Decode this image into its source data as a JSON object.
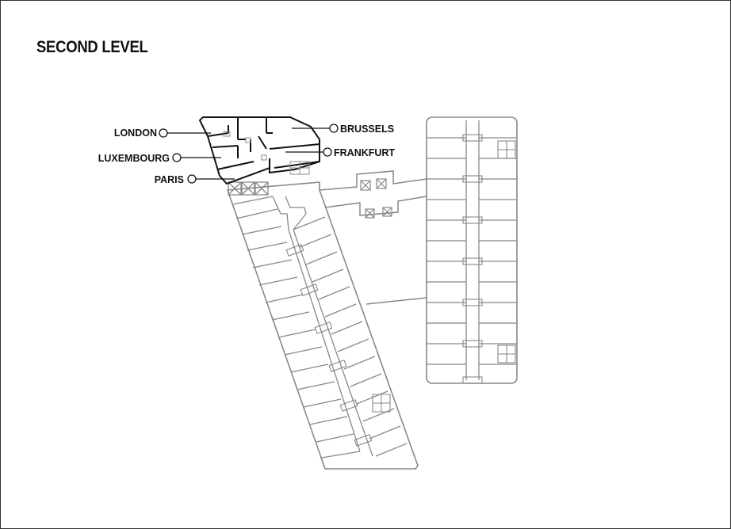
{
  "title": "SECOND LEVEL",
  "rooms": {
    "london": "LONDON",
    "luxembourg": "LUXEMBOURG",
    "paris": "PARIS",
    "brussels": "BRUSSELS",
    "frankfurt": "FRANKFURT"
  },
  "colors": {
    "background": "#ffffff",
    "plan_line": "#888888",
    "highlight_line": "#111111",
    "frame": "#333333"
  }
}
